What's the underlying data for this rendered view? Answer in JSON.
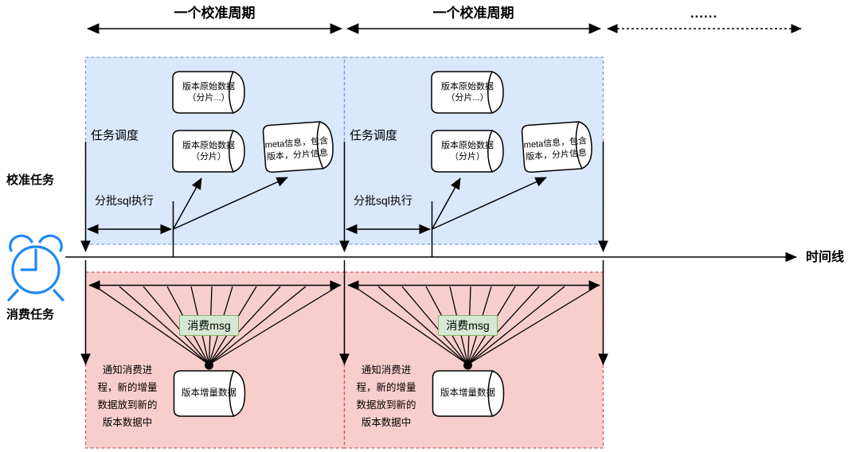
{
  "labels": {
    "cycle": "一个校准周期",
    "more": "......",
    "calibration_task": "校准任务",
    "consumption_task": "消费任务",
    "timeline": "时间线"
  },
  "calibration_panel": {
    "task_scheduling": "任务调度",
    "source_data_more_shards": "版本原始数据\n（分片...）",
    "source_data_shard": "版本原始数据\n（分片）",
    "meta_info": "meta信息，包含\n版本，分片信息",
    "batch_sql": "分批sql执行"
  },
  "consumption_panel": {
    "consume_msg": "消费msg",
    "notify": "通知消费进\n程，新的增量\n数据放到新的\n版本数据中",
    "incremental_data": "版本增量数据"
  },
  "icons": {
    "clock": "alarm-clock-icon"
  },
  "colors": {
    "blue_fill": "#dae8fc",
    "blue_border": "#7e9dd4",
    "red_fill": "#f8cecc",
    "red_border": "#c4615c",
    "green_fill": "#d5e8d4",
    "green_border": "#82b366",
    "clock": "#1e88f5",
    "line": "#000000"
  }
}
